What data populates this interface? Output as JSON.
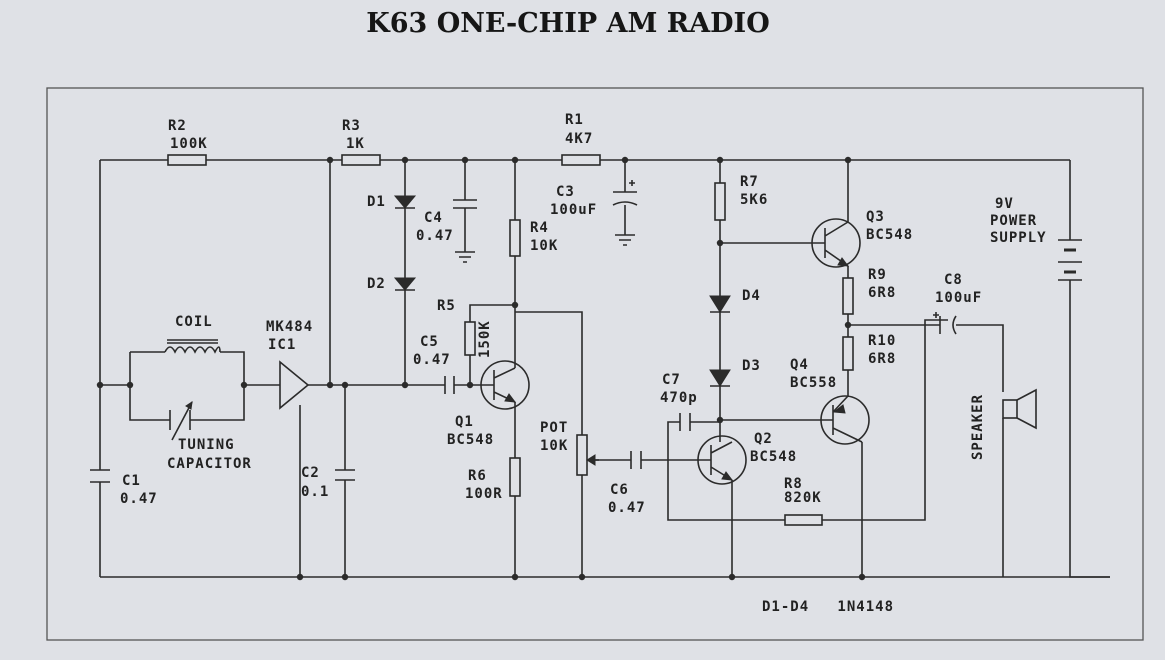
{
  "title": "K63 ONE-CHIP AM RADIO",
  "components": {
    "r2": {
      "ref": "R2",
      "value": "100K"
    },
    "r3": {
      "ref": "R3",
      "value": "1K"
    },
    "r1": {
      "ref": "R1",
      "value": "4K7"
    },
    "c3": {
      "ref": "C3",
      "value": "100uF"
    },
    "r7": {
      "ref": "R7",
      "value": "5K6"
    },
    "q3": {
      "ref": "Q3",
      "value": "BC548"
    },
    "d1": {
      "ref": "D1"
    },
    "d2": {
      "ref": "D2"
    },
    "c4": {
      "ref": "C4",
      "value": "0.47"
    },
    "r4": {
      "ref": "R4",
      "value": "10K"
    },
    "r5": {
      "ref": "R5",
      "value": "150K"
    },
    "c5": {
      "ref": "C5",
      "value": "0.47"
    },
    "q1": {
      "ref": "Q1",
      "value": "BC548"
    },
    "r6": {
      "ref": "R6",
      "value": "100R"
    },
    "pot": {
      "ref": "POT",
      "value": "10K"
    },
    "c6": {
      "ref": "C6",
      "value": "0.47"
    },
    "c7": {
      "ref": "C7",
      "value": "470p"
    },
    "d3": {
      "ref": "D3"
    },
    "d4": {
      "ref": "D4"
    },
    "q2": {
      "ref": "Q2",
      "value": "BC548"
    },
    "q4": {
      "ref": "Q4",
      "value": "BC558"
    },
    "r8": {
      "ref": "R8",
      "value": "820K"
    },
    "r9": {
      "ref": "R9",
      "value": "6R8"
    },
    "r10": {
      "ref": "R10",
      "value": "6R8"
    },
    "c8": {
      "ref": "C8",
      "value": "100uF"
    },
    "coil": {
      "label": "COIL"
    },
    "tuning": {
      "label1": "TUNING",
      "label2": "CAPACITOR"
    },
    "ic1": {
      "name": "MK484",
      "ref": "IC1"
    },
    "c1": {
      "ref": "C1",
      "value": "0.47"
    },
    "c2": {
      "ref": "C2",
      "value": "0.1"
    },
    "speaker": {
      "label": "SPEAKER"
    },
    "power": {
      "line1": "9V",
      "line2": "POWER",
      "line3": "SUPPLY"
    }
  },
  "note": "D1-D4   1N4148"
}
